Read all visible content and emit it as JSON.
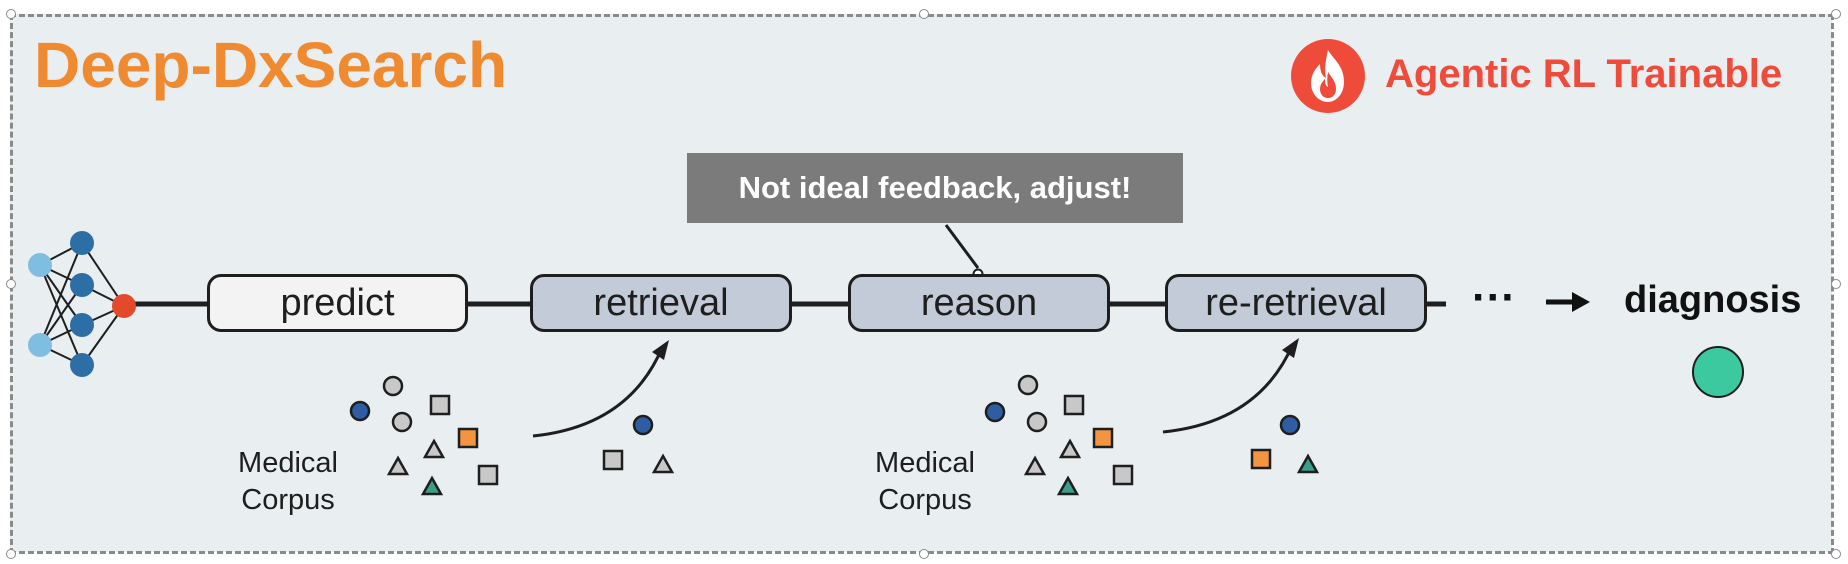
{
  "title": "Deep-DxSearch",
  "badge": {
    "label": "Agentic RL Trainable",
    "icon": "flame-icon",
    "color": "#ef4b3a"
  },
  "feedback": {
    "text": "Not ideal feedback, adjust!"
  },
  "steps": [
    {
      "label": "predict"
    },
    {
      "label": "retrieval"
    },
    {
      "label": "reason"
    },
    {
      "label": "re-retrieval"
    }
  ],
  "ellipsis": "···",
  "diagnosis": {
    "label": "diagnosis"
  },
  "corpus": [
    {
      "label_line1": "Medical",
      "label_line2": "Corpus"
    },
    {
      "label_line1": "Medical",
      "label_line2": "Corpus"
    }
  ],
  "colors": {
    "title": "#f08a31",
    "node_dark_blue": "#2e6ea6",
    "node_light_blue": "#7fbde1",
    "node_output": "#e24a2b",
    "doc_gray": "#c8c8c8",
    "doc_orange": "#f39440",
    "doc_teal": "#3a9f86",
    "doc_navy": "#2e5da3",
    "diagnosis_circle": "#3cc9a0"
  }
}
